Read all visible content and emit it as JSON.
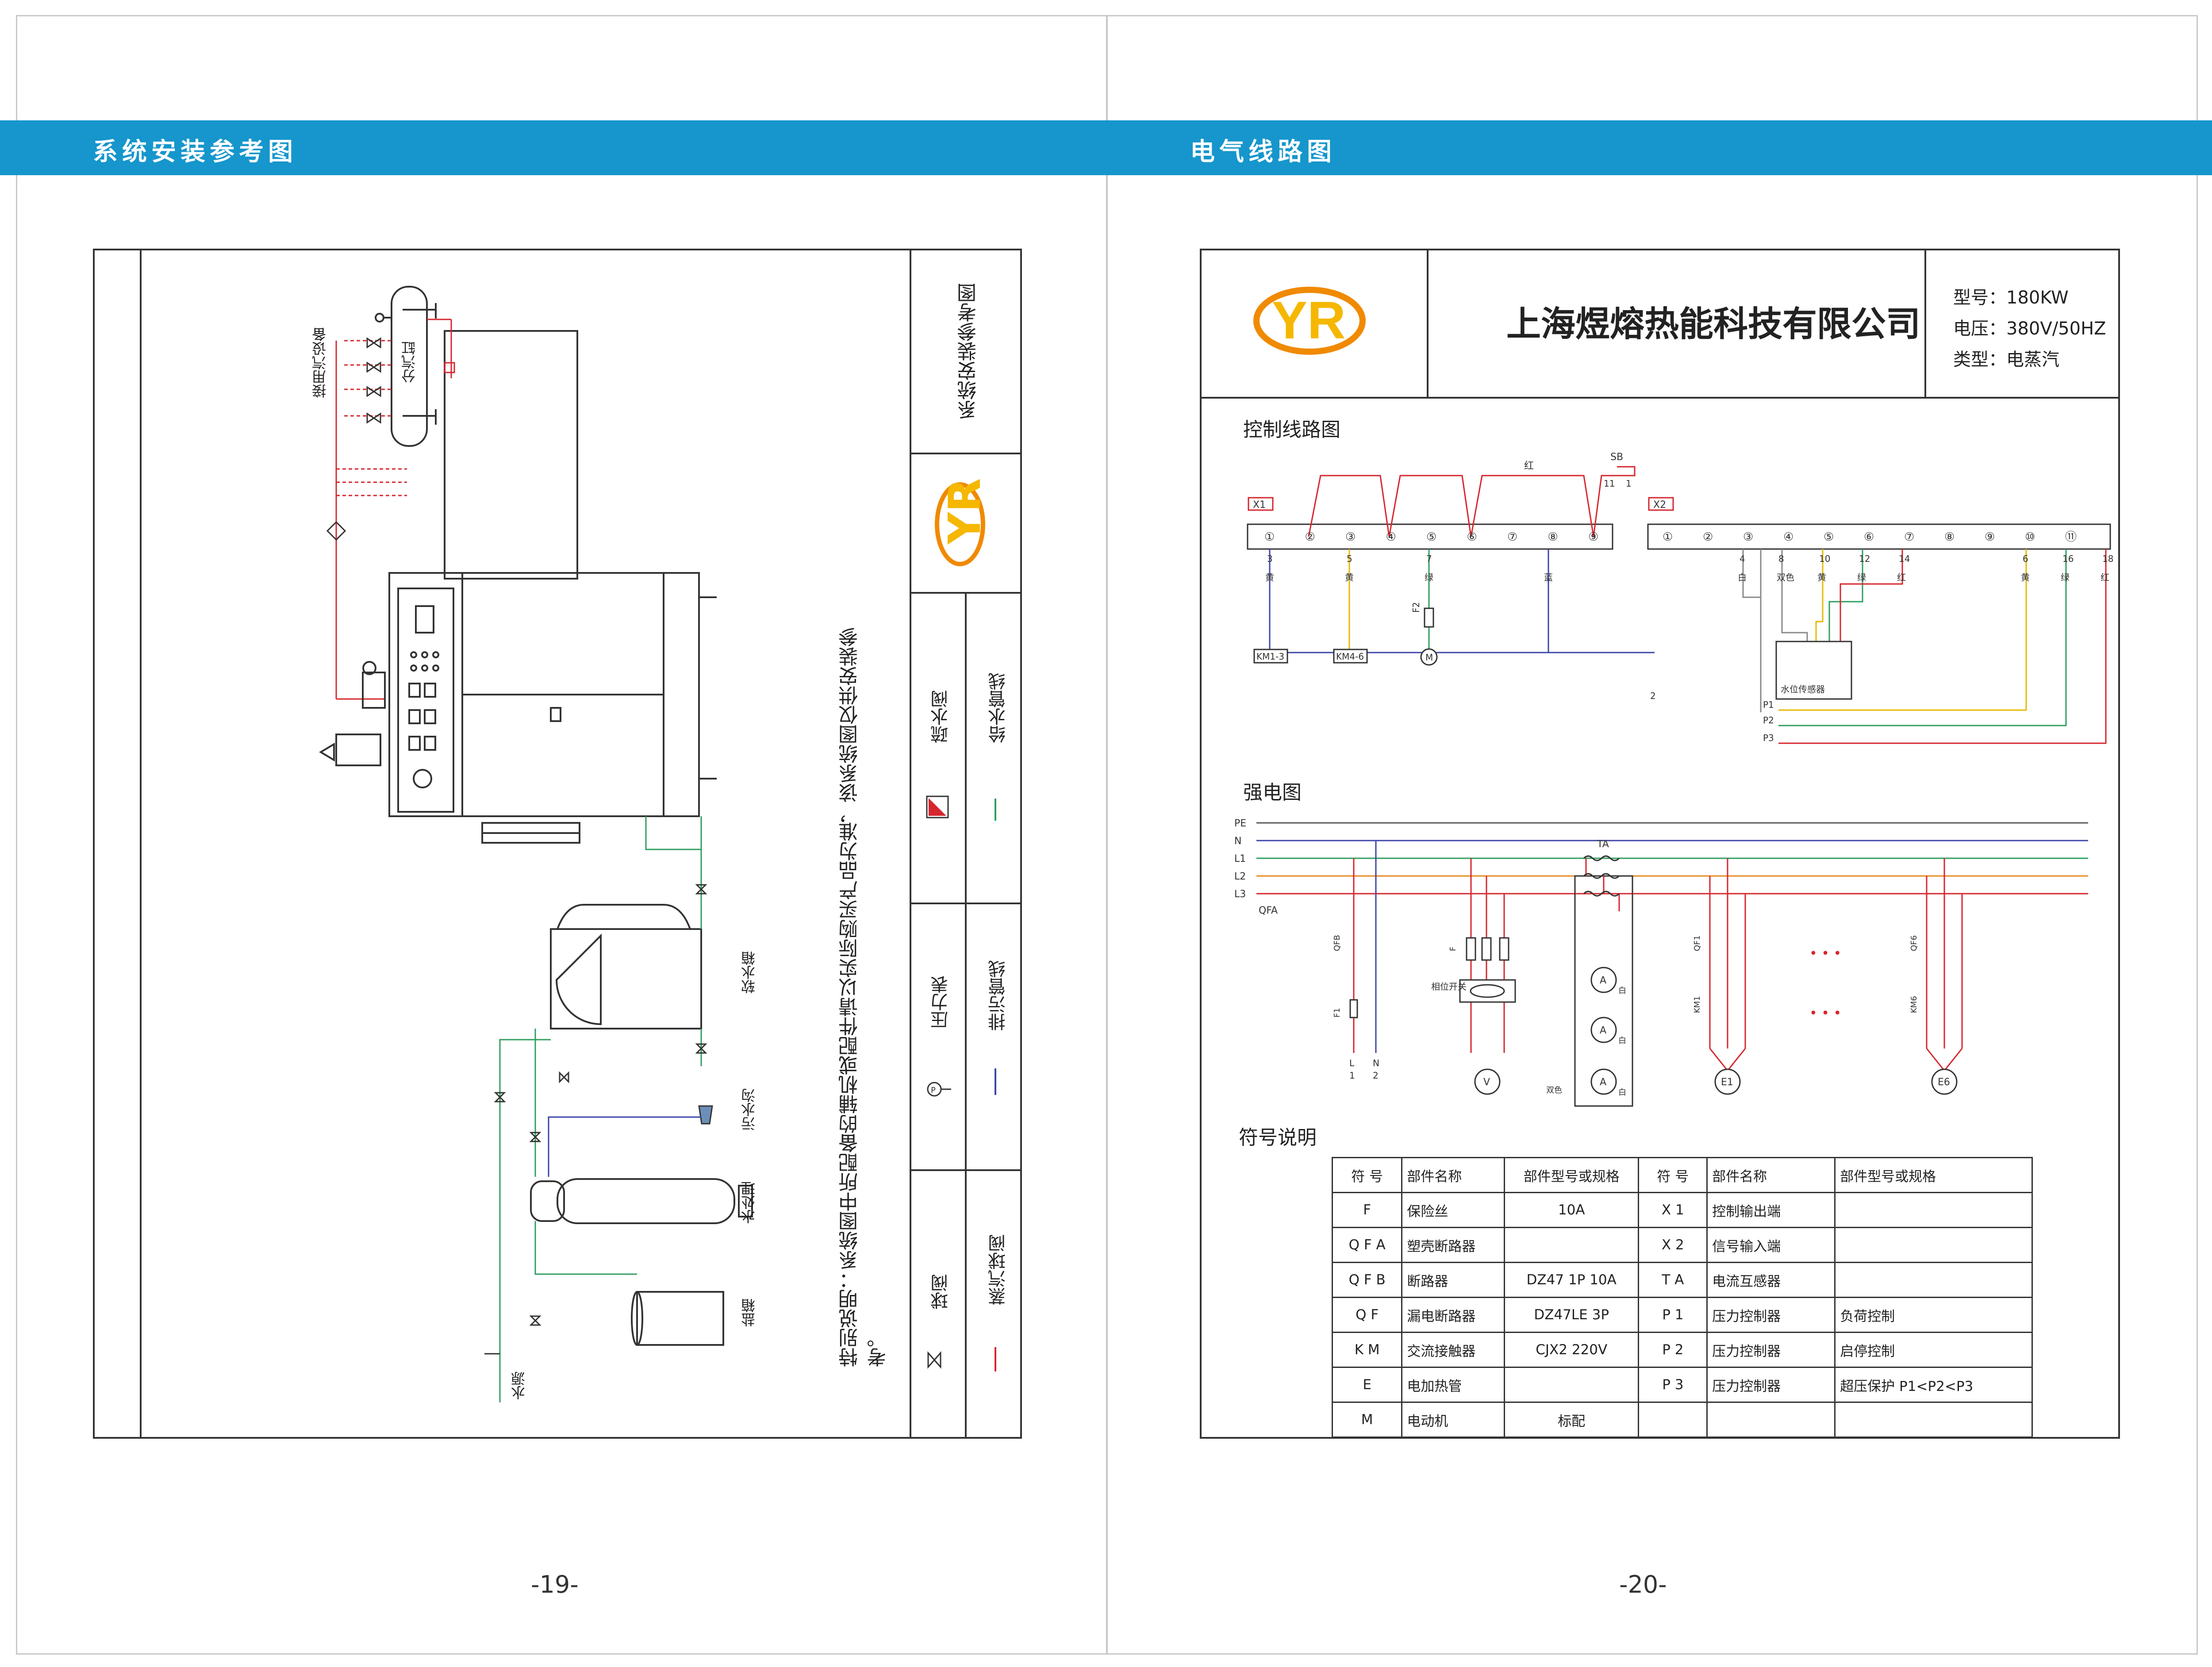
{
  "colors": {
    "band": "#1696cc",
    "steam_line": "#d6262e",
    "water_line": "#2e9e5f",
    "drain_line": "#3b44a8",
    "yellow": "#e6b800",
    "orange": "#e58a1f",
    "logo_orange": "#f08a00",
    "logo_yellow": "#f5b700"
  },
  "left_page": {
    "band_title": "系统安装参考图",
    "page_number": "-19-",
    "title_block": {
      "title": "系统安装参考图",
      "legend": [
        {
          "symbol_icon": "drain-valve-icon",
          "name": "疏水阀",
          "line_label": "给水管线",
          "line_color": "#2e9e5f"
        },
        {
          "symbol_icon": "pressure-gauge-icon",
          "name": "压力表",
          "line_label": "排污管线",
          "line_color": "#3b44a8"
        },
        {
          "symbol_icon": "ball-valve-icon",
          "name": "球阀",
          "line_label": "蒸汽球阀",
          "line_color": "#d6262e"
        }
      ]
    },
    "note": "特别说明：系统图中所配备的辅机或配件请以实际购买产品为准，该系统图仅供安装参考。",
    "labels": {
      "steam_equipment": "接用汽设备",
      "header": "分汽缸",
      "soft_tank": "软水箱",
      "sewer": "污水沟",
      "treatment": "水处理",
      "salt": "盐箱",
      "source": "水源"
    }
  },
  "right_page": {
    "band_title": "电气线路图",
    "page_number": "-20-",
    "company": "上海煜熔热能科技有限公司",
    "logo_text": "YR",
    "model": "型号：180KW",
    "voltage": "电压：380V/50HZ",
    "kind": "类型：电蒸汽",
    "section_control": "控制线路图",
    "section_power": "强电图",
    "section_symbols": "符号说明",
    "control": {
      "x1": "X1",
      "x2": "X2",
      "x1_terminals": [
        "①",
        "②",
        "③",
        "④",
        "⑤",
        "⑥",
        "⑦",
        "⑧",
        "⑨"
      ],
      "x2_terminals": [
        "①",
        "②",
        "③",
        "④",
        "⑤",
        "⑥",
        "⑦",
        "⑧",
        "⑨",
        "⑩",
        "⑪"
      ],
      "red_label": "红",
      "sb": "SB",
      "sb_nums": [
        "11",
        "1"
      ],
      "x1_wires": [
        {
          "num": "3",
          "color": "黄"
        },
        {
          "num": "5",
          "color": "黄"
        },
        {
          "num": "7",
          "color": "绿"
        },
        {
          "num": "",
          "color": "蓝"
        }
      ],
      "x2_wires": [
        {
          "num": "4",
          "color": "白"
        },
        {
          "num": "8",
          "color": "双色"
        },
        {
          "num": "10",
          "color": "黄"
        },
        {
          "num": "12",
          "color": "绿"
        },
        {
          "num": "14",
          "color": "红"
        },
        {
          "num": "6",
          "color": "黄"
        },
        {
          "num": "16",
          "color": "绿"
        },
        {
          "num": "18",
          "color": "红"
        }
      ],
      "km13": "KM1-3",
      "km46": "KM4-6",
      "f2": "F2",
      "motor": "M",
      "sensor": "水位传感器",
      "bus_end": "2",
      "switches": [
        "P1",
        "P2",
        "P3"
      ]
    },
    "power": {
      "buses": [
        "PE",
        "N",
        "L1",
        "L2",
        "L3"
      ],
      "qfa": "QFA",
      "ta": "TA",
      "qfb": "QFB",
      "f": "F",
      "f1": "F1",
      "phase_switch": "相位开关",
      "qf1": "QF1",
      "qf6": "QF6",
      "km1": "KM1",
      "km6": "KM6",
      "e1": "E1",
      "e6": "E6",
      "v": "V",
      "a": "A",
      "white": "白",
      "twocolor": "双色",
      "term_labels": [
        "L",
        "N",
        "1",
        "2"
      ],
      "dots": "• • •"
    },
    "symbol_table": {
      "headers": [
        "符 号",
        "部件名称",
        "部件型号或规格",
        "符 号",
        "部件名称",
        "部件型号或规格"
      ],
      "rows": [
        [
          "F",
          "保险丝",
          "10A",
          "X 1",
          "控制输出端",
          ""
        ],
        [
          "Q F A",
          "塑壳断路器",
          "",
          "X 2",
          "信号输入端",
          ""
        ],
        [
          "Q F B",
          "断路器",
          "DZ47  1P  10A",
          "T A",
          "电流互感器",
          ""
        ],
        [
          "Q F",
          "漏电断路器",
          "DZ47LE  3P",
          "P 1",
          "压力控制器",
          "负荷控制"
        ],
        [
          "K M",
          "交流接触器",
          "CJX2  220V",
          "P 2",
          "压力控制器",
          "启停控制"
        ],
        [
          "E",
          "电加热管",
          "",
          "P 3",
          "压力控制器",
          "超压保护  P1<P2<P3"
        ],
        [
          "M",
          "电动机",
          "标配",
          "",
          "",
          ""
        ]
      ]
    }
  }
}
